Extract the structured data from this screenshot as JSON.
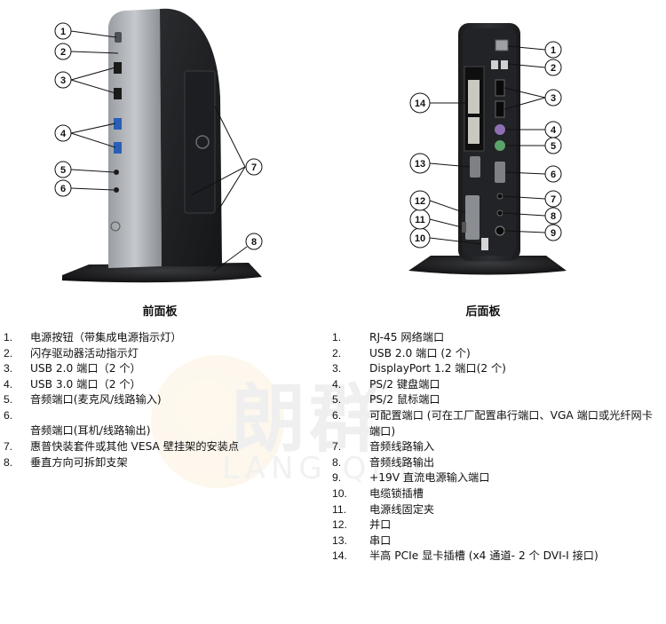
{
  "front": {
    "caption": "前面板",
    "callouts": [
      "1",
      "2",
      "3",
      "4",
      "5",
      "6",
      "7",
      "8"
    ],
    "items": [
      {
        "num": "1.",
        "text": "电源按钮（带集成电源指示灯）"
      },
      {
        "num": "2.",
        "text": "闪存驱动器活动指示灯"
      },
      {
        "num": "3.",
        "text": "USB 2.0 端口（2 个）"
      },
      {
        "num": "4.",
        "text": "USB 3.0 端口（2 个）"
      },
      {
        "num": "5.",
        "text": "音频端口(麦克风/线路输入)"
      },
      {
        "num": "6.",
        "text": "音频端口(耳机/线路输出)"
      },
      {
        "num": "7.",
        "text": "惠普快装套件或其他 VESA 壁挂架的安装点"
      },
      {
        "num": "8.",
        "text": "垂直方向可拆卸支架"
      }
    ]
  },
  "rear": {
    "caption": "后面板",
    "callouts": [
      "1",
      "2",
      "3",
      "4",
      "5",
      "6",
      "7",
      "8",
      "9",
      "10",
      "11",
      "12",
      "13",
      "14"
    ],
    "items": [
      {
        "num": "1.",
        "text": "RJ-45 网络端口"
      },
      {
        "num": "2.",
        "text": "USB 2.0 端口 (2 个)"
      },
      {
        "num": "3.",
        "text": "DisplayPort 1.2 端口(2 个)"
      },
      {
        "num": "4.",
        "text": "PS/2 键盘端口"
      },
      {
        "num": "5.",
        "text": "PS/2 鼠标端口"
      },
      {
        "num": "6.",
        "text": "可配置端口 (可在工厂配置串行端口、VGA 端口或光纤网卡端口)"
      },
      {
        "num": "7.",
        "text": "音频线路输入"
      },
      {
        "num": "8.",
        "text": "音频线路输出"
      },
      {
        "num": "9.",
        "text": "+19V 直流电源输入端口"
      },
      {
        "num": "10.",
        "text": "电缆锁插槽"
      },
      {
        "num": "11.",
        "text": "电源线固定夹"
      },
      {
        "num": "12.",
        "text": "并口"
      },
      {
        "num": "13.",
        "text": "串口"
      },
      {
        "num": "14.",
        "text": "半高 PCIe 显卡插槽 (x4 通道- 2 个 DVI-I 接口)"
      }
    ]
  },
  "watermark": {
    "main": "朗群",
    "sub": "LANG QUN"
  }
}
